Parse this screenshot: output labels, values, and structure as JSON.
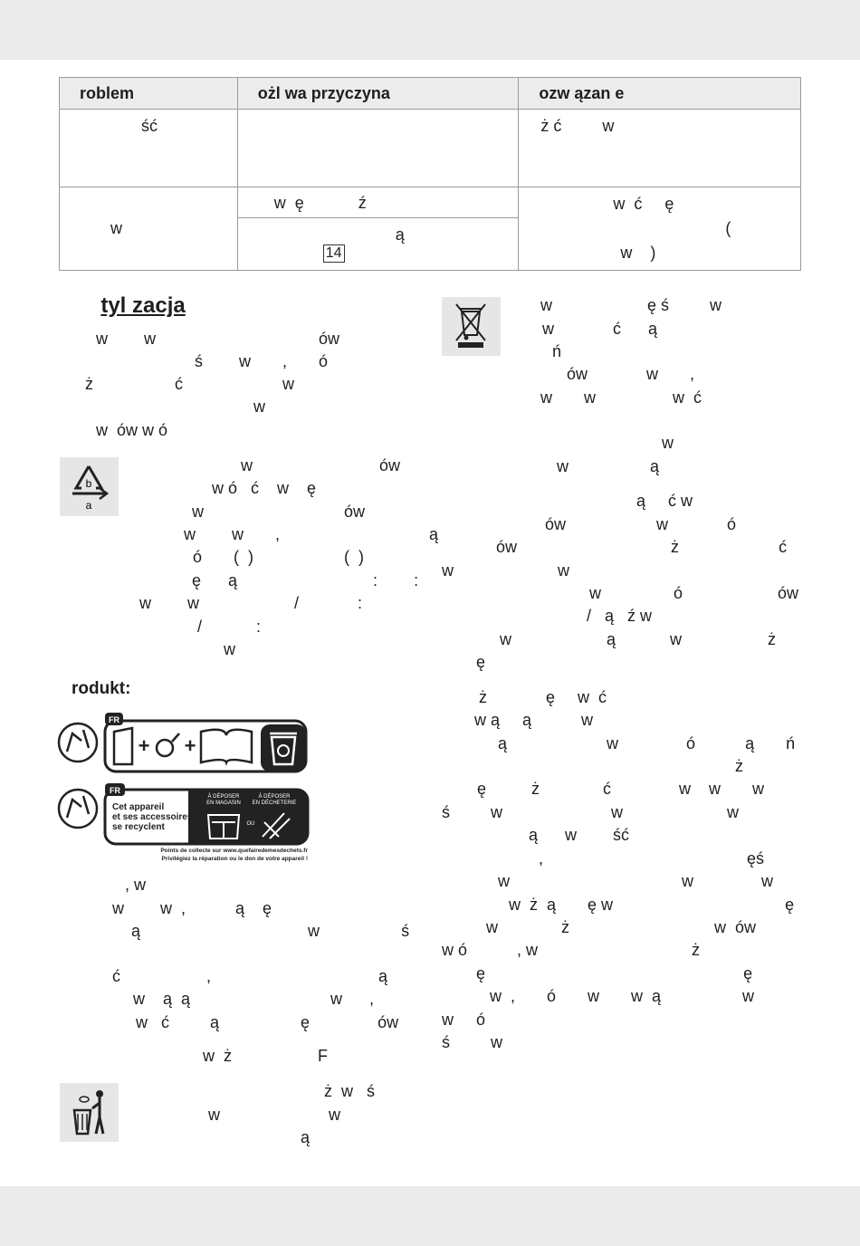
{
  "table": {
    "headers": [
      "roblem",
      "ożl wa przyczyna",
      "ozw ązan e"
    ],
    "row1": {
      "problem": "ść",
      "cause": "",
      "solution": "ż ć         w"
    },
    "row2": {
      "problem": "w",
      "cause_a": "w  ę            ź",
      "cause_b": "ą",
      "cause_b_ref": "14",
      "solution_line1": "w  ć     ę",
      "solution_line2": "(",
      "solution_line3": "w    )"
    }
  },
  "section_heading": "tyl zacja",
  "left_col": {
    "para1": [
      "w        w                                    ów",
      "ś        w       ,       ó",
      "ż                  ć                      w",
      "w",
      "w  ów w ó"
    ],
    "recycle_icon": {
      "name": "recycling-triangle-icon",
      "letters": [
        "b",
        "a"
      ]
    },
    "para2": [
      "w                            ów",
      "w ó   ć    w    ę",
      "w                               ów",
      "w        w       ,                                 ą",
      "ó       (  )                    (  )",
      "ę      ą                              :        :",
      "w        w                     /             :",
      "/            :",
      "w"
    ],
    "product_label": "rodukt:",
    "triman1": {
      "country": "FR",
      "name": "triman-logo-product-icon"
    },
    "triman2": {
      "country": "FR",
      "text": [
        "Cet appareil",
        "et ses accessoires",
        "se recyclent"
      ],
      "col1": [
        "À DÉPOSER",
        "EN MAGASIN"
      ],
      "col2": [
        "À DÉPOSER",
        "EN DÉCHETERIE"
      ],
      "ou": "OU",
      "footer1": "Points de collecte sur www.quefairedemesdechets.fr",
      "footer2": "Privilégiez la réparation ou le don de votre appareil !"
    },
    "para3": [
      ", w",
      "w        w  ,           ą    ę",
      "ą                                     w                  ś",
      "ć                   ,                                     ą",
      "w    ą  ą                               w      ,",
      "w   ć         ą                  ę               ów",
      "w  ż                   F"
    ],
    "bin_icon": {
      "name": "litter-bin-icon"
    },
    "para4": [
      "ż  w   ś",
      "w                        w",
      "ą"
    ]
  },
  "right_col": {
    "weee_icon": {
      "name": "crossed-out-wheelie-bin-icon"
    },
    "lines": [
      "w                     ę ś         w",
      "w             ć      ą",
      "ń",
      "ów             w       ,",
      "w       w                 w  ć",
      "w",
      "w                  ą",
      "ą     ć w",
      "ów                    w             ó",
      "ów                                  ż                      ć",
      "w                       w",
      "w                ó                     ów",
      "/   ą   ź w",
      "w                     ą            w                   ż",
      "ę",
      "ż             ę     w  ć",
      "w ą     ą           w",
      "ą                      w               ó           ą       ń",
      "ż",
      "ę          ż              ć               w    w       w",
      "ś         w                        w                       w",
      "ą      w        ść",
      ",                                             ęś",
      "w                                      w               w",
      "w  ż  ą       ę w                                      ę",
      "w              ż                                w  ów",
      "w ó           , w                                  ż",
      "ę                                                         ę",
      "w  ,       ó       w       w  ą                  w",
      "w     ó",
      "ś         w"
    ]
  }
}
